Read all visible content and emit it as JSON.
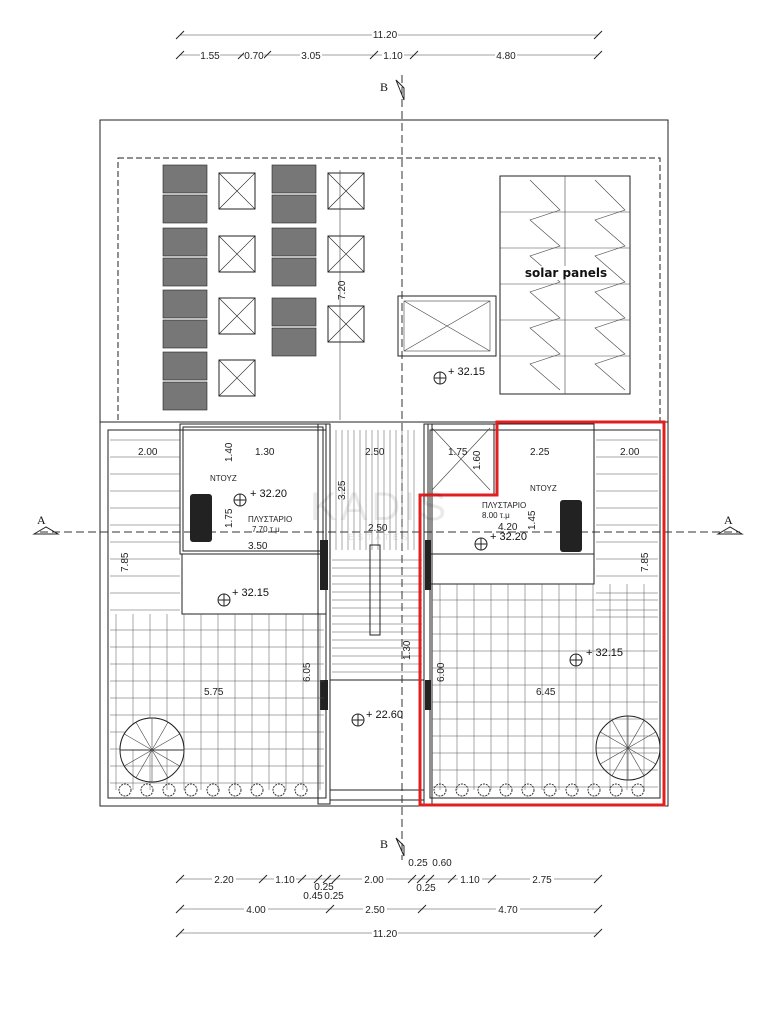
{
  "dimensions_top": {
    "total": "11.20",
    "segments": [
      "1.55",
      "0.70",
      "3.05",
      "1.10",
      "4.80"
    ]
  },
  "dimensions_bottom": {
    "row1": [
      "2.20",
      "1.10",
      "2.00",
      "1.10",
      "2.75"
    ],
    "row1_small": [
      "0.25",
      "0.45",
      "0.25",
      "0.25",
      "0.60",
      "0.25"
    ],
    "row2": [
      "4.00",
      "2.50",
      "4.70"
    ],
    "total": "11.20"
  },
  "section_marks": {
    "b_top": "B",
    "b_bottom": "B",
    "a_left": "A",
    "a_right": "A"
  },
  "solar_label": "solar panels",
  "levels": {
    "roof": "+ 32.15",
    "left_room": "+ 32.20",
    "right_room": "+ 32.20",
    "left_terrace": "+ 32.15",
    "right_terrace": "+ 32.15",
    "stair": "+ 22.60"
  },
  "rooms": {
    "left_shower": "ΝΤΟΥΖ",
    "left_laundry": "ΠΛΥΣΤΑΡΙΟ",
    "left_laundry_area": "7.70 τ.μ",
    "right_shower": "ΝΤΟΥΖ",
    "right_laundry": "ΠΛΥΣΤΑΡΙΟ",
    "right_laundry_area": "8.00 τ.μ"
  },
  "inner_dims": {
    "d_7_20": "7.20",
    "d_2_00_l": "2.00",
    "d_1_40": "1.40",
    "d_1_30a": "1.30",
    "d_2_50a": "2.50",
    "d_1_75a": "1.75",
    "d_1_60": "1.60",
    "d_2_25": "2.25",
    "d_2_00_r": "2.00",
    "d_3_25": "3.25",
    "d_1_75b": "1.75",
    "d_2_50b": "2.50",
    "d_4_20": "4.20",
    "d_1_45": "1.45",
    "d_3_50": "3.50",
    "d_7_85_l": "7.85",
    "d_7_85_r": "7.85",
    "d_6_05": "6.05",
    "d_6_00": "6.00",
    "d_1_30b": "1.30",
    "d_5_75": "5.75",
    "d_6_45": "6.45"
  },
  "watermark": {
    "brand": "KADIS",
    "sub": "ESTATES"
  },
  "colors": {
    "highlight": "#e02020",
    "line": "#222222"
  }
}
